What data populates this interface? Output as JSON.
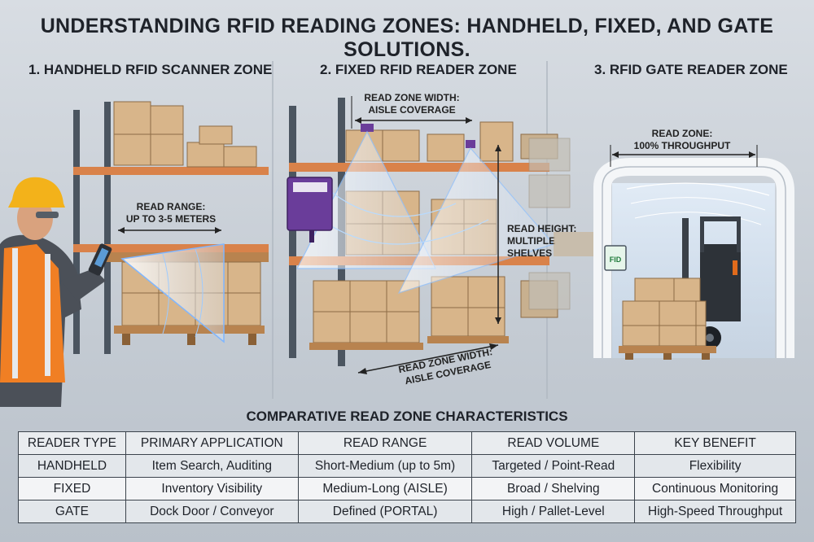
{
  "title": "UNDERSTANDING RFID READING ZONES: HANDHELD, FIXED, AND GATE SOLUTIONS.",
  "zones": [
    {
      "heading": "1. HANDHELD RFID SCANNER ZONE",
      "labels": [
        "READ RANGE:",
        "UP TO 3-5 METERS"
      ]
    },
    {
      "heading": "2. FIXED RFID READER ZONE",
      "labels_top": [
        "READ ZONE WIDTH:",
        "AISLE COVERAGE"
      ],
      "labels_height": [
        "READ HEIGHT:",
        "MULTIPLE",
        "SHELVES"
      ],
      "labels_bottom": [
        "READ ZONE WIDTH:",
        "AISLE COVERAGE"
      ]
    },
    {
      "heading": "3. RFID GATE READER ZONE",
      "labels": [
        "READ ZONE:",
        "100% THROUGHPUT"
      ],
      "screen_text": "FID"
    }
  ],
  "table": {
    "title": "COMPARATIVE READ ZONE CHARACTERISTICS",
    "headers": [
      "READER TYPE",
      "PRIMARY APPLICATION",
      "READ RANGE",
      "READ VOLUME",
      "KEY BENEFIT"
    ],
    "rows": [
      [
        "HANDHELD",
        "Item Search, Auditing",
        "Short-Medium (up to 5m)",
        "Targeted / Point-Read",
        "Flexibility"
      ],
      [
        "FIXED",
        "Inventory Visibility",
        "Medium-Long (AISLE)",
        "Broad / Shelving",
        "Continuous Monitoring"
      ],
      [
        "GATE",
        "Dock Door / Conveyor",
        "Defined (PORTAL)",
        "High / Pallet-Level",
        "High-Speed Throughput"
      ]
    ]
  },
  "colors": {
    "rack_frame": "#4b5560",
    "rack_beam": "#d9824a",
    "box": "#d8b58a",
    "pallet": "#b8834f",
    "vest": "#f07f24",
    "helmet": "#f3b21a",
    "reader": "#6a3d9a",
    "gate": "#f4f6f8",
    "forklift": "#2d3238",
    "rf_field": "#e8f4ff"
  }
}
